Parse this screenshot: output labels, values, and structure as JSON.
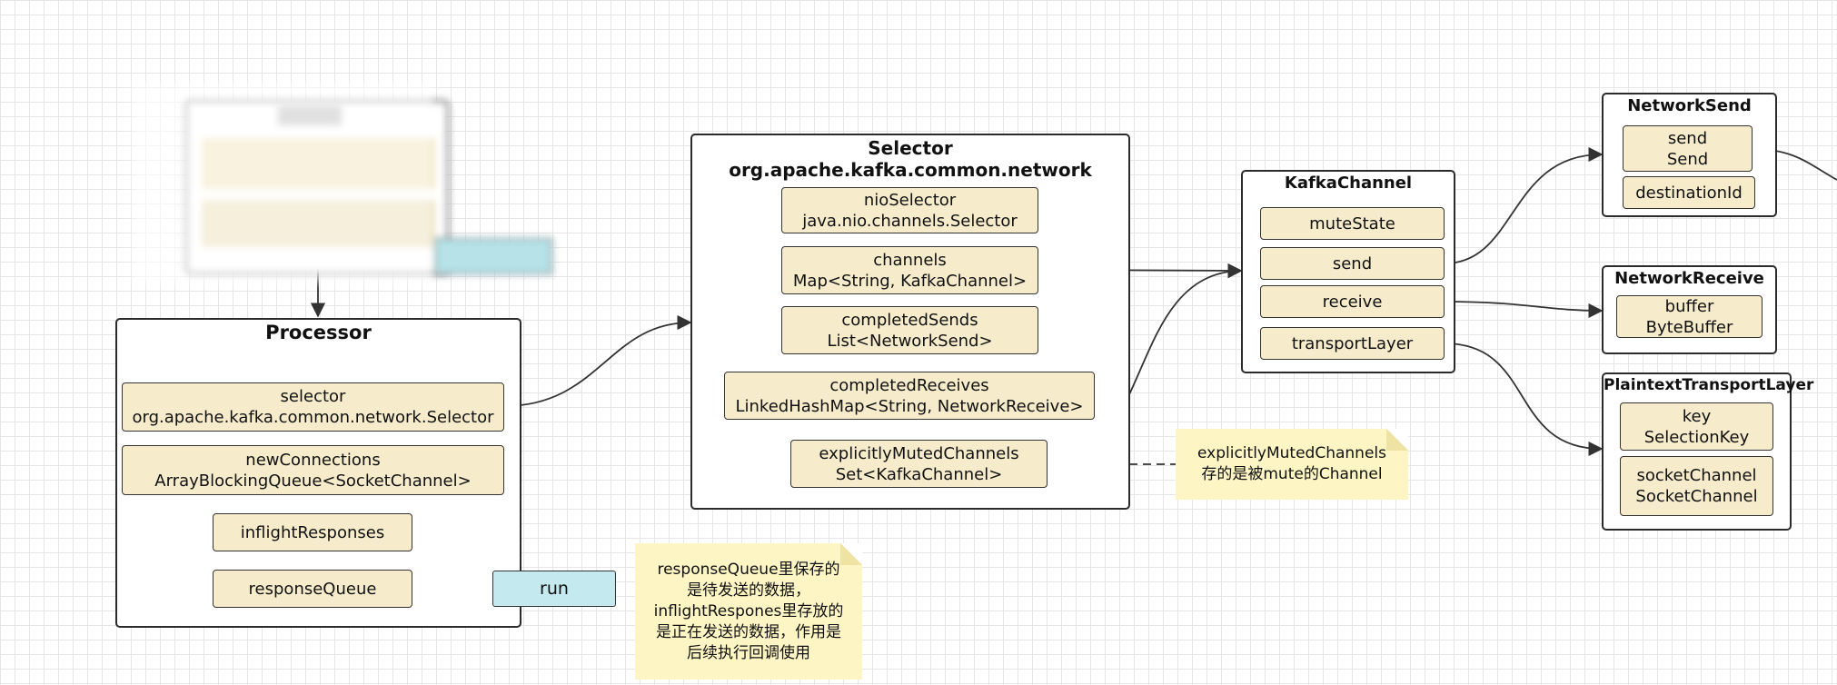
{
  "processor": {
    "title": "Processor",
    "fields": {
      "selector": {
        "name": "selector",
        "type": "org.apache.kafka.common.network.Selector"
      },
      "newConnections": {
        "name": "newConnections",
        "type": "ArrayBlockingQueue<SocketChannel>"
      },
      "inflightResponses": {
        "name": "inflightResponses"
      },
      "responseQueue": {
        "name": "responseQueue"
      }
    },
    "run_label": "run"
  },
  "selector": {
    "title": "Selector",
    "subtitle": "org.apache.kafka.common.network",
    "fields": {
      "nioSelector": {
        "name": "nioSelector",
        "type": "java.nio.channels.Selector"
      },
      "channels": {
        "name": "channels",
        "type": "Map<String, KafkaChannel>"
      },
      "completedSends": {
        "name": "completedSends",
        "type": "List<NetworkSend>"
      },
      "completedReceives": {
        "name": "completedReceives",
        "type": "LinkedHashMap<String, NetworkReceive>"
      },
      "explicitlyMutedChannels": {
        "name": "explicitlyMutedChannels",
        "type": "Set<KafkaChannel>"
      }
    }
  },
  "kafkaChannel": {
    "title": "KafkaChannel",
    "fields": {
      "muteState": "muteState",
      "send": "send",
      "receive": "receive",
      "transportLayer": "transportLayer"
    }
  },
  "networkSend": {
    "title": "NetworkSend",
    "fields": {
      "send": {
        "name": "send",
        "type": "Send"
      },
      "destinationId": "destinationId"
    }
  },
  "networkReceive": {
    "title": "NetworkReceive",
    "fields": {
      "buffer": {
        "name": "buffer",
        "type": "ByteBuffer"
      }
    }
  },
  "plaintextTransportLayer": {
    "title": "PlaintextTransportLayer",
    "fields": {
      "key": {
        "name": "key",
        "type": "SelectionKey"
      },
      "socketChannel": {
        "name": "socketChannel",
        "type": "SocketChannel"
      }
    }
  },
  "notes": {
    "muted": [
      "explicitlyMutedChannels",
      "存的是被mute的Channel"
    ],
    "queues": [
      "responseQueue里保存的",
      "是待发送的数据，",
      "inflightRespones里存放的",
      "是正在发送的数据，作用是",
      "后续执行回调使用"
    ]
  },
  "colors": {
    "field_fill": "#f6eccb",
    "method_fill": "#c4e9ee",
    "note_fill": "#fdf5c4",
    "stroke": "#2b2b2b"
  }
}
